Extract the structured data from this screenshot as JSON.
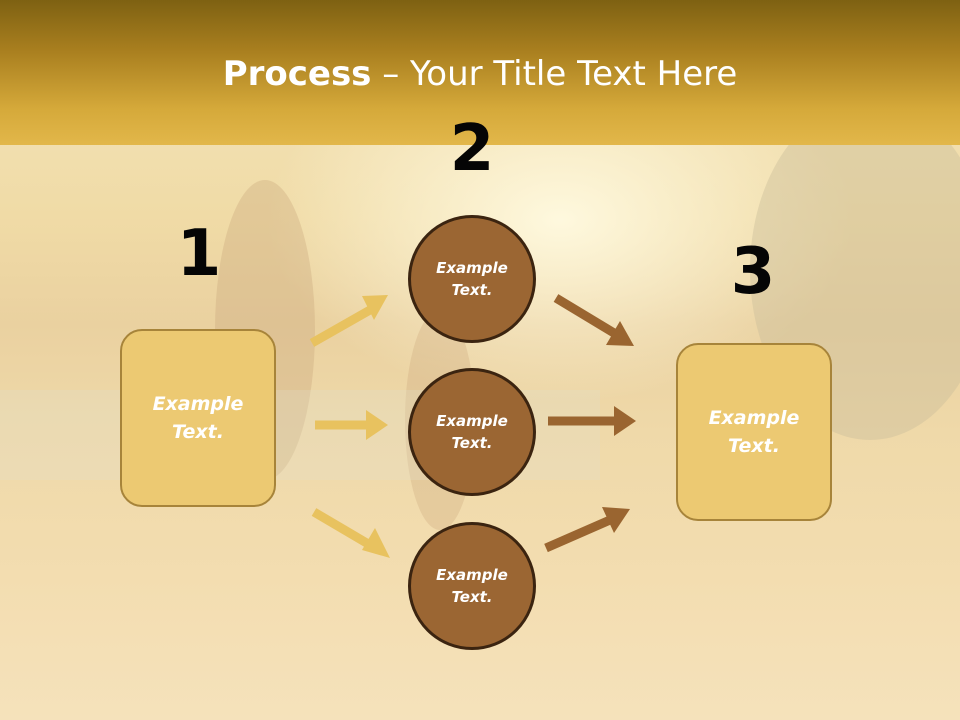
{
  "slide": {
    "title_bold": "Process",
    "title_rest": " – Your Title Text Here"
  },
  "steps": {
    "one": "1",
    "two": "2",
    "three": "3"
  },
  "boxes": {
    "left": "Example\nText.",
    "right": "Example\nText."
  },
  "circles": {
    "top": "Example\nText.",
    "middle": "Example\nText.",
    "bottom": "Example\nText."
  },
  "colors": {
    "header": "#c59a30",
    "box_fill": "#ecc972",
    "circle_fill": "#9b6633",
    "arrow_light": "#e8c25f",
    "arrow_dark": "#9a6530"
  }
}
